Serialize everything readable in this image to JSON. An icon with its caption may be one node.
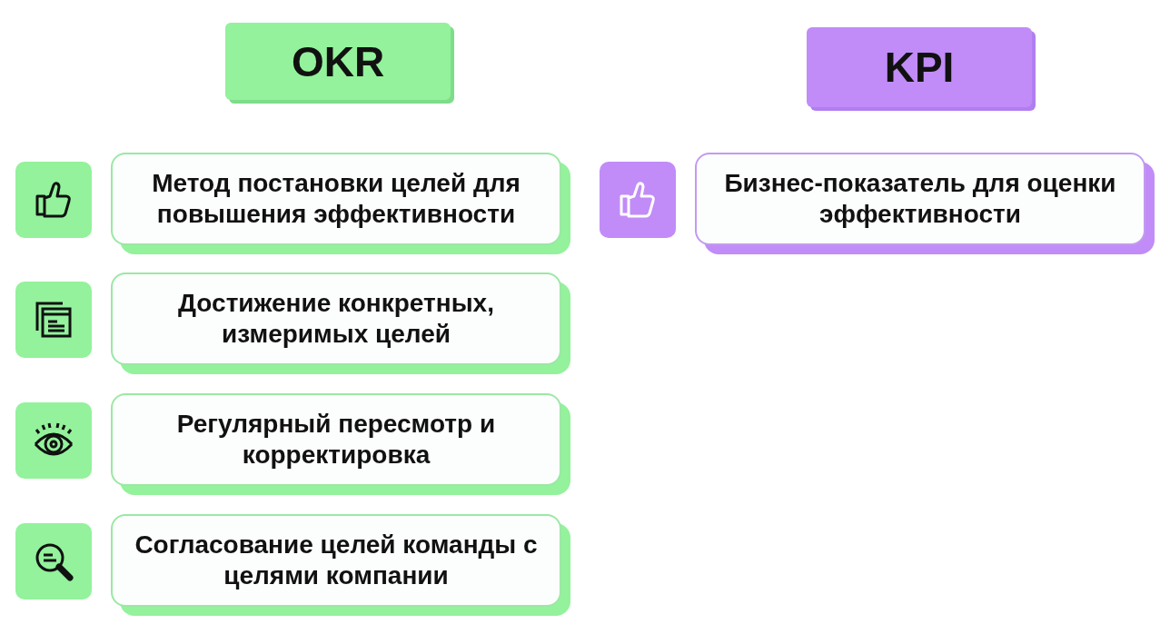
{
  "diagram": {
    "nodes": [
      {
        "text": [
          "OKR"
        ]
      },
      {
        "text": [
          "KPI"
        ]
      },
      {
        "text": [
          "Метод постановки целей для повышения эффективности"
        ]
      },
      {
        "text": [
          "Достижение конкретных, измеримых целей"
        ]
      },
      {
        "text": [
          "Регулярный пересмотр и корректировка"
        ]
      },
      {
        "text": [
          "Согласование целей команды с целями компании"
        ]
      },
      {
        "text": [
          "Бизнес-показатель для оценки эффективности"
        ]
      }
    ]
  }
}
